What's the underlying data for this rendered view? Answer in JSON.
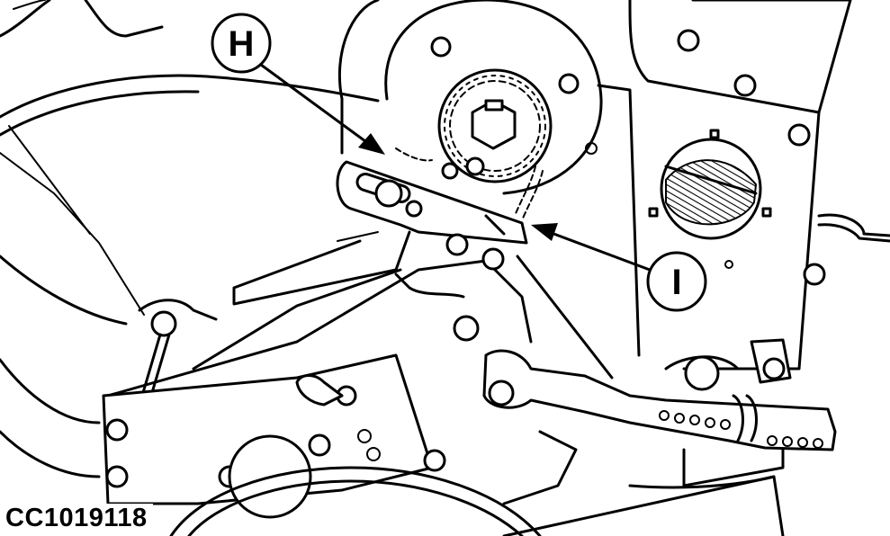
{
  "figure": {
    "id_label": "CC1019118"
  },
  "callouts": [
    {
      "key": "H",
      "label": "H"
    },
    {
      "key": "I",
      "label": "I"
    }
  ]
}
